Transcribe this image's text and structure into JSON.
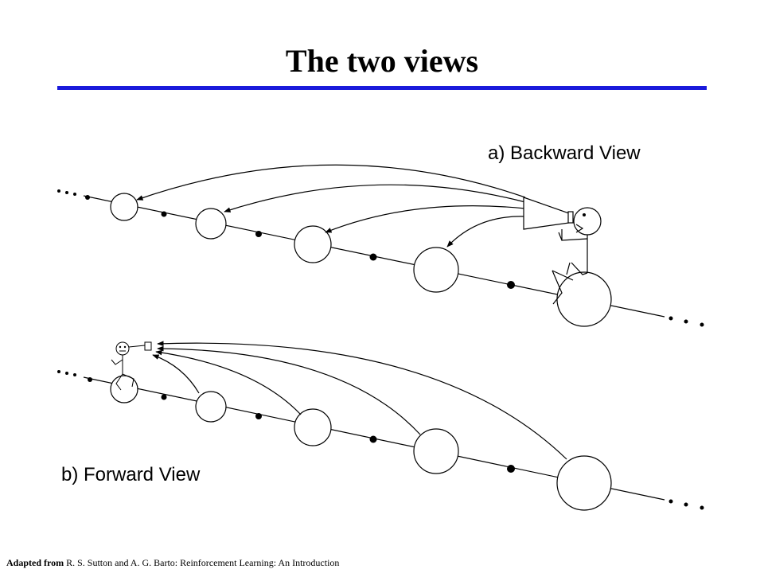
{
  "slide": {
    "title": "The two views",
    "rule_color": "#1a1adb"
  },
  "diagram": {
    "backward_label": "a) Backward View",
    "forward_label": "b) Forward View",
    "ellipsis": "..."
  },
  "footer": {
    "prefix": "Adapted from",
    "text": "R. S. Sutton and A. G. Barto: Reinforcement Learning: An Introduction"
  }
}
